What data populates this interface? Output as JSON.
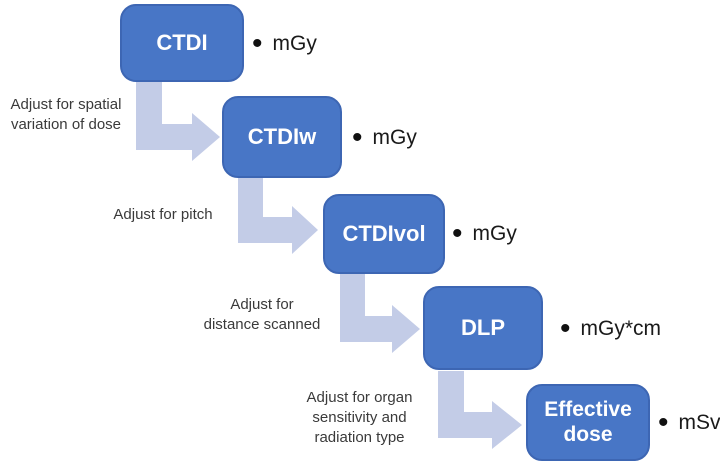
{
  "colors": {
    "box_fill": "#4876C6",
    "box_border": "#3D66B3",
    "arrow": "#C3CCE7",
    "box_text": "#FFFFFF",
    "label_text": "#3A3A3A",
    "unit_text": "#1A1A1A"
  },
  "diagram": {
    "steps": [
      {
        "label": "CTDI",
        "bullet": "•",
        "unit": "mGy"
      },
      {
        "label": "CTDIw",
        "bullet": "•",
        "unit": "mGy"
      },
      {
        "label": "CTDIvol",
        "bullet": "•",
        "unit": "mGy"
      },
      {
        "label": "DLP",
        "bullet": "•",
        "unit": "mGy*cm"
      },
      {
        "label": "Effective dose",
        "bullet": "•",
        "unit": "mSv"
      }
    ],
    "arrows": [
      {
        "label": "Adjust for spatial\nvariation of dose"
      },
      {
        "label": "Adjust for pitch"
      },
      {
        "label": "Adjust for\ndistance scanned"
      },
      {
        "label": "Adjust for organ\nsensitivity and\nradiation type"
      }
    ]
  }
}
